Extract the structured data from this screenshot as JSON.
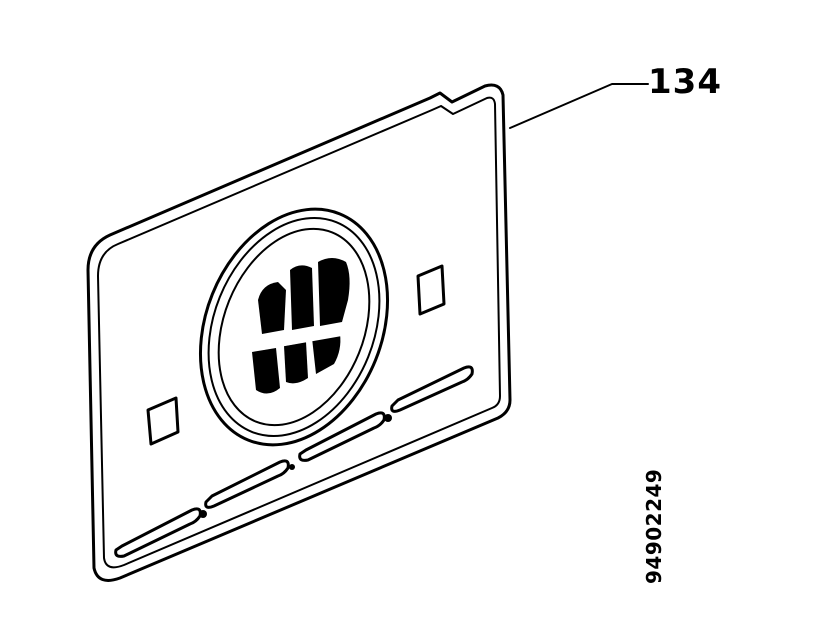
{
  "diagram": {
    "part_number_label": "134",
    "drawing_code": "94902249"
  },
  "colors": {
    "line": "#000000",
    "background": "#ffffff"
  },
  "icons": [
    "perforated-plate-part",
    "leader-line"
  ]
}
